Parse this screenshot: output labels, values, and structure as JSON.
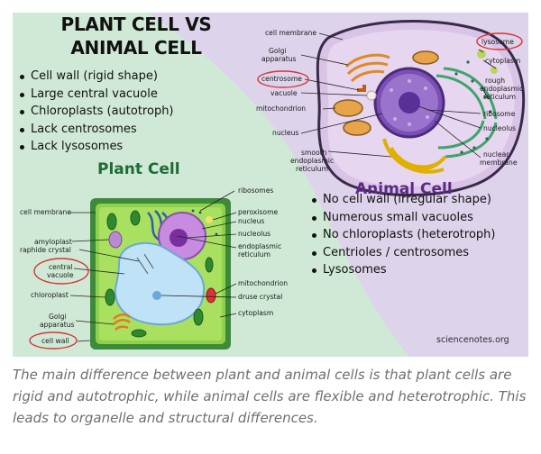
{
  "title_line1": "PLANT CELL VS",
  "title_line2": "ANIMAL CELL",
  "plant_bullets": [
    "Cell wall (rigid shape)",
    "Large central vacuole",
    "Chloroplasts (autotroph)",
    "Lack centrosomes",
    "Lack lysosomes"
  ],
  "plant_heading": "Plant Cell",
  "animal_heading": "Animal Cell",
  "animal_bullets": [
    "No cell wall (irregular shape)",
    "Numerous small vacuoles",
    "No chloroplasts (heterotroph)",
    "Centrioles / centrosomes",
    "Lysosomes"
  ],
  "animal_labels": {
    "cell_membrane": "cell membrane",
    "golgi_1": "Golgi",
    "golgi_2": "apparatus",
    "centrosome": "centrosome",
    "vacuole": "vacuole",
    "mitochondrion": "mitochondrion",
    "nucleus": "nucleus",
    "smooth_er_1": "smooth",
    "smooth_er_2": "endoplasmic",
    "smooth_er_3": "reticulum",
    "lysosome": "lysosome",
    "cytoplasm": "cytoplasm",
    "rough_er_1": "rough",
    "rough_er_2": "endoplasmic",
    "rough_er_3": "reticulum",
    "ribosome": "ribosome",
    "nucleolus": "nucleolus",
    "nuclear_membrane_1": "nuclear",
    "nuclear_membrane_2": "membrane"
  },
  "plant_labels": {
    "cell_membrane": "cell membrane",
    "amyloplast": "amyloplast",
    "raphide_crystal": "raphide crystal",
    "central_vacuole_1": "central",
    "central_vacuole_2": "vacuole",
    "chloroplast": "chloroplast",
    "golgi_1": "Golgi",
    "golgi_2": "apparatus",
    "cell_wall": "cell wall",
    "ribosomes": "ribosomes",
    "peroxisome": "peroxisome",
    "nucleus": "nucleus",
    "nucleolus": "nucleolus",
    "er_1": "endoplasmic",
    "er_2": "reticulum",
    "mitochondrion": "mitochondrion",
    "druse_crystal": "druse crystal",
    "cytoplasm": "cytoplasm"
  },
  "credit": "sciencenotes.org",
  "caption": "The main difference between plant and animal cells is that plant cells are rigid and autotrophic, while animal cells are flexible and heterotrophic. This leads to organelle and structural differences.",
  "colors": {
    "plant_bg": "#cfe9d6",
    "animal_bg": "#ddd3ea",
    "plant_heading": "#1e6b34",
    "animal_heading": "#5b2a86",
    "highlight_circle": "#d8343a"
  }
}
